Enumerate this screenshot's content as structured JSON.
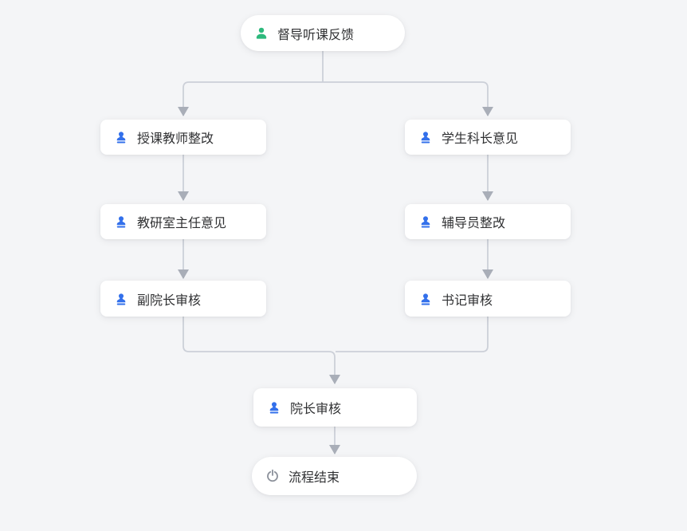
{
  "flowchart": {
    "nodes": [
      {
        "id": "start",
        "label": "督导听课反馈",
        "icon": "user-icon",
        "type": "start"
      },
      {
        "id": "teacher",
        "label": "授课教师整改",
        "icon": "stamp-icon",
        "type": "approval"
      },
      {
        "id": "student-chief",
        "label": "学生科长意见",
        "icon": "stamp-icon",
        "type": "approval"
      },
      {
        "id": "teaching-office",
        "label": "教研室主任意见",
        "icon": "stamp-icon",
        "type": "approval"
      },
      {
        "id": "counselor",
        "label": "辅导员整改",
        "icon": "stamp-icon",
        "type": "approval"
      },
      {
        "id": "vice-dean",
        "label": "副院长审核",
        "icon": "stamp-icon",
        "type": "approval"
      },
      {
        "id": "secretary",
        "label": "书记审核",
        "icon": "stamp-icon",
        "type": "approval"
      },
      {
        "id": "dean",
        "label": "院长审核",
        "icon": "stamp-icon",
        "type": "approval"
      },
      {
        "id": "end",
        "label": "流程结束",
        "icon": "power-icon",
        "type": "end"
      }
    ],
    "edges": [
      {
        "from": "督导听课反馈",
        "to": "授课教师整改"
      },
      {
        "from": "督导听课反馈",
        "to": "学生科长意见"
      },
      {
        "from": "授课教师整改",
        "to": "教研室主任意见"
      },
      {
        "from": "学生科长意见",
        "to": "辅导员整改"
      },
      {
        "from": "教研室主任意见",
        "to": "副院长审核"
      },
      {
        "from": "辅导员整改",
        "to": "书记审核"
      },
      {
        "from": "副院长审核",
        "to": "院长审核"
      },
      {
        "from": "书记审核",
        "to": "院长审核"
      },
      {
        "from": "院长审核",
        "to": "流程结束"
      }
    ]
  },
  "colors": {
    "background": "#f4f5f7",
    "node-bg": "#ffffff",
    "node-text": "#303133",
    "edge-line": "#ccd0d8",
    "edge-arrow": "#a9aeb8",
    "icon-green": "#2db97c",
    "icon-blue": "#3370eb",
    "icon-gray": "#8b909a"
  }
}
